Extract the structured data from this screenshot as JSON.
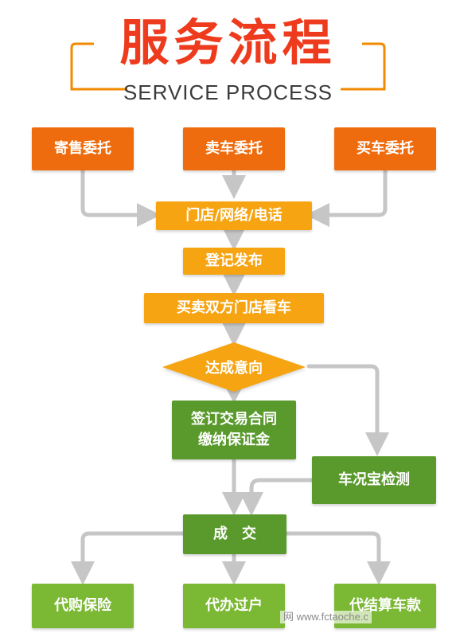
{
  "header": {
    "title": "服务流程",
    "subtitle": "SERVICE PROCESS"
  },
  "nodes": {
    "consign_sell": "寄售委托",
    "sell_car": "卖车委托",
    "buy_car": "买车委托",
    "channels": "门店/网络/电话",
    "register": "登记发布",
    "viewing": "买卖双方门店看车",
    "agreement": "达成意向",
    "contract_line1": "签订交易合同",
    "contract_line2": "缴纳保证金",
    "inspection": "车况宝检测",
    "deal": "成　交",
    "insurance": "代购保险",
    "transfer": "代办过户",
    "payment": "代结算车款"
  },
  "watermark": "网 www.fctaoche.c",
  "colors": {
    "title_red": "#ee3b1d",
    "orange": "#ef6c0e",
    "amber": "#f6a411",
    "green": "#5a9a2d",
    "light_green": "#7bb833",
    "arrow_gray": "#c6c6c6"
  }
}
